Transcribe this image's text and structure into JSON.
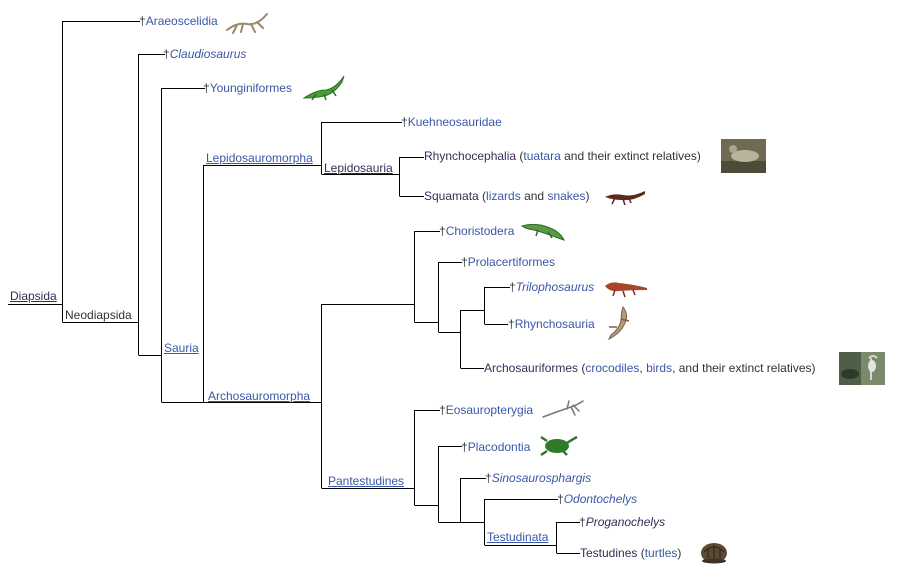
{
  "colors": {
    "link": "#3a57a8",
    "line": "#000000",
    "dark_text": "#3b2a55"
  },
  "clades": {
    "diapsida": "Diapsida",
    "neodiapsida": "Neodiapsida",
    "sauria": "Sauria",
    "lepidosauromorpha": "Lepidosauromorpha",
    "lepidosauria": "Lepidosauria",
    "archosauromorpha": "Archosauromorpha",
    "pantestudines": "Pantestudines",
    "testudinata": "Testudinata"
  },
  "taxa": {
    "dagger": "†",
    "araeoscelidia": "Araeoscelidia",
    "claudiosaurus": "Claudiosaurus",
    "younginiformes": "Younginiformes",
    "kuehneosauridae": "Kuehneosauridae",
    "rhynchocephalia": {
      "name": "Rhynchocephalia",
      "open": " (",
      "link": "tuatara",
      "rest": " and their extinct relatives)"
    },
    "squamata": {
      "name": "Squamata",
      "open": " (",
      "link1": "lizards",
      "and": " and ",
      "link2": "snakes",
      "close": ")"
    },
    "choristodera": "Choristodera",
    "prolacertiformes": "Prolacertiformes",
    "trilophosaurus": "Trilophosaurus",
    "rhynchosauria": "Rhynchosauria",
    "archosauriformes": {
      "name": "Archosauriformes",
      "open": " (",
      "link1": "crocodiles",
      "comma": ", ",
      "link2": "birds",
      "rest": ", and their extinct relatives)"
    },
    "eosauropterygia": "Eosauropterygia",
    "placodontia": "Placodontia",
    "sinosaurosphargis": "Sinosaurosphargis",
    "odontochelys": "Odontochelys",
    "proganochelys": "Proganochelys",
    "testudines": {
      "name": "Testudines",
      "open": " (",
      "link": "turtles",
      "close": ")"
    }
  },
  "images": [
    "araeoscelidia-skeleton",
    "younginiformes-lizard",
    "tuatara-photo",
    "squamata-lizard",
    "choristodera-reptile",
    "trilophosaurus-reptile",
    "rhynchosaur-reptile",
    "archosaur-photo",
    "eosauropterygia-skeleton",
    "placodont-reptile",
    "turtle-shell"
  ]
}
